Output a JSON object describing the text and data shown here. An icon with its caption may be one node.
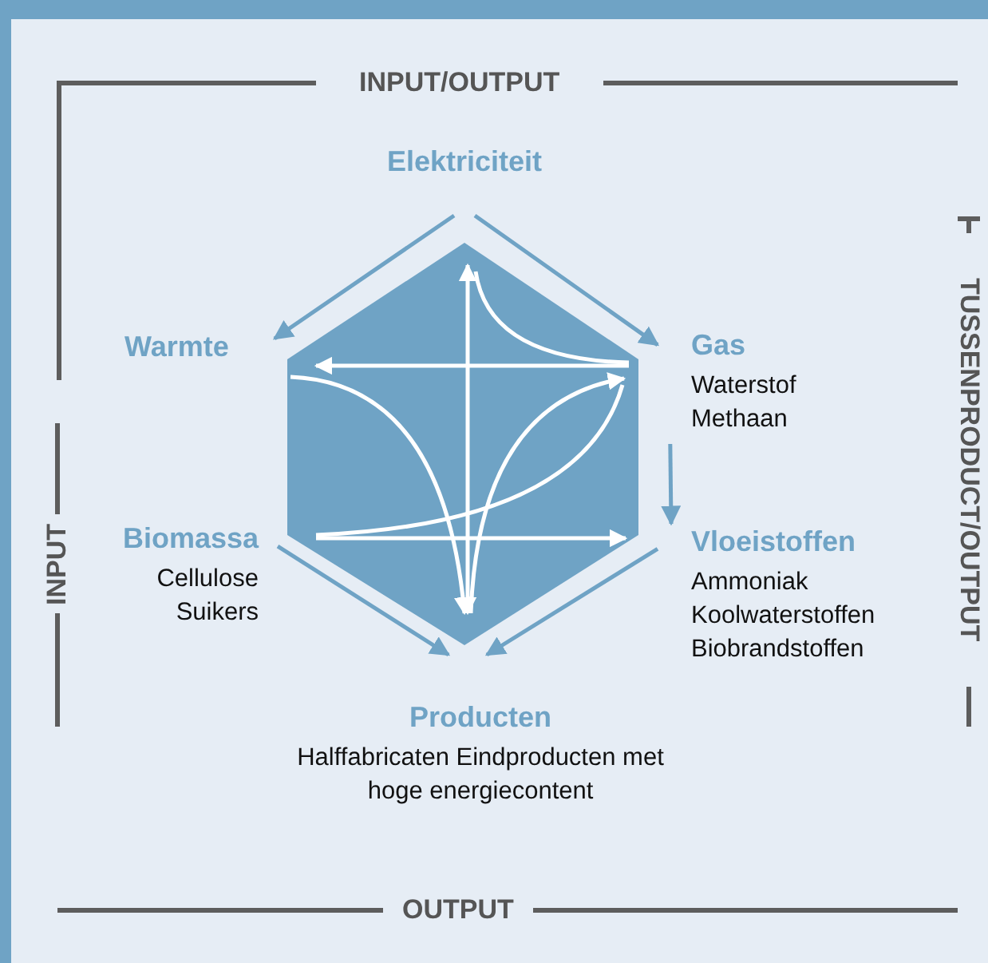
{
  "diagram": {
    "nodes": [
      {
        "text": [
          "Elektriciteit"
        ]
      },
      {
        "text": [
          "Warmte"
        ]
      },
      {
        "text": [
          "Gas",
          "Waterstof Methaan"
        ]
      },
      {
        "text": [
          "Vloeistoffen",
          "Ammoniak Koolwaterstoffen Biobrandstoffen"
        ]
      },
      {
        "text": [
          "Producten",
          "Halffabricaten Eindproducten met hoge energiecontent"
        ]
      },
      {
        "text": [
          "Biomassa",
          "Cellulose Suikers"
        ]
      },
      {
        "text": [],
        "shape": "hexagon"
      }
    ],
    "edges": [
      {
        "from": 0,
        "to": 1,
        "arrow": "to"
      },
      {
        "from": 0,
        "to": 2,
        "arrow": "to"
      },
      {
        "from": 2,
        "to": 3,
        "arrow": "to"
      },
      {
        "from": 3,
        "to": 4,
        "arrow": "to"
      },
      {
        "from": 5,
        "to": 4,
        "arrow": "to"
      }
    ],
    "labels": [
      "INPUT/OUTPUT",
      "TUSSENPRODUCT/OUTPUT",
      "INPUT",
      "OUTPUT"
    ]
  }
}
